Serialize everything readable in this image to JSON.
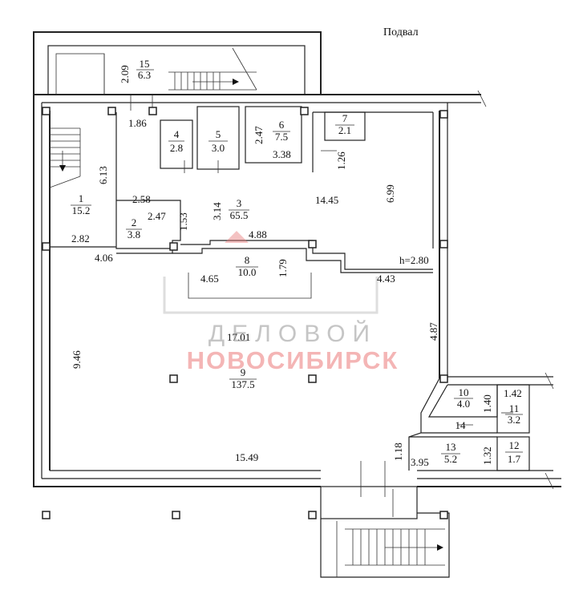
{
  "plan": {
    "title": "Подвал",
    "height_note": "h=2.80",
    "rooms": [
      {
        "num": "1",
        "area": "15.2"
      },
      {
        "num": "2",
        "area": "3.8"
      },
      {
        "num": "3",
        "area": "65.5"
      },
      {
        "num": "4",
        "area": "2.8"
      },
      {
        "num": "5",
        "area": "3.0"
      },
      {
        "num": "6",
        "area": "7.5"
      },
      {
        "num": "7",
        "area": "2.1"
      },
      {
        "num": "8",
        "area": "10.0"
      },
      {
        "num": "9",
        "area": "137.5"
      },
      {
        "num": "10",
        "area": "4.0"
      },
      {
        "num": "11",
        "area": "3.2"
      },
      {
        "num": "12",
        "area": "1.7"
      },
      {
        "num": "13",
        "area": "5.2"
      },
      {
        "num": "15",
        "area": "6.3"
      }
    ],
    "room14_label": "14",
    "dims": {
      "d209": "2.09",
      "d186": "1.86",
      "d613": "6.13",
      "d247a": "2.47",
      "d338": "3.38",
      "d126": "1.26",
      "d699": "6.99",
      "d1445": "14.45",
      "d314": "3.14",
      "d258": "2.58",
      "d247b": "2.47",
      "d153": "1.53",
      "d282": "2.82",
      "d406": "4.06",
      "d488": "4.88",
      "d179": "1.79",
      "d465": "4.65",
      "d443": "4.43",
      "d487": "4.87",
      "d1701": "17.01",
      "d946": "9.46",
      "d140": "1.40",
      "d142": "1.42",
      "d118": "1.18",
      "d1549": "15.49",
      "d395": "3.95",
      "d132": "1.32"
    }
  },
  "watermark": {
    "line1": "ДЕЛОВОЙ",
    "line2": "НОВОСИБИРСК"
  }
}
